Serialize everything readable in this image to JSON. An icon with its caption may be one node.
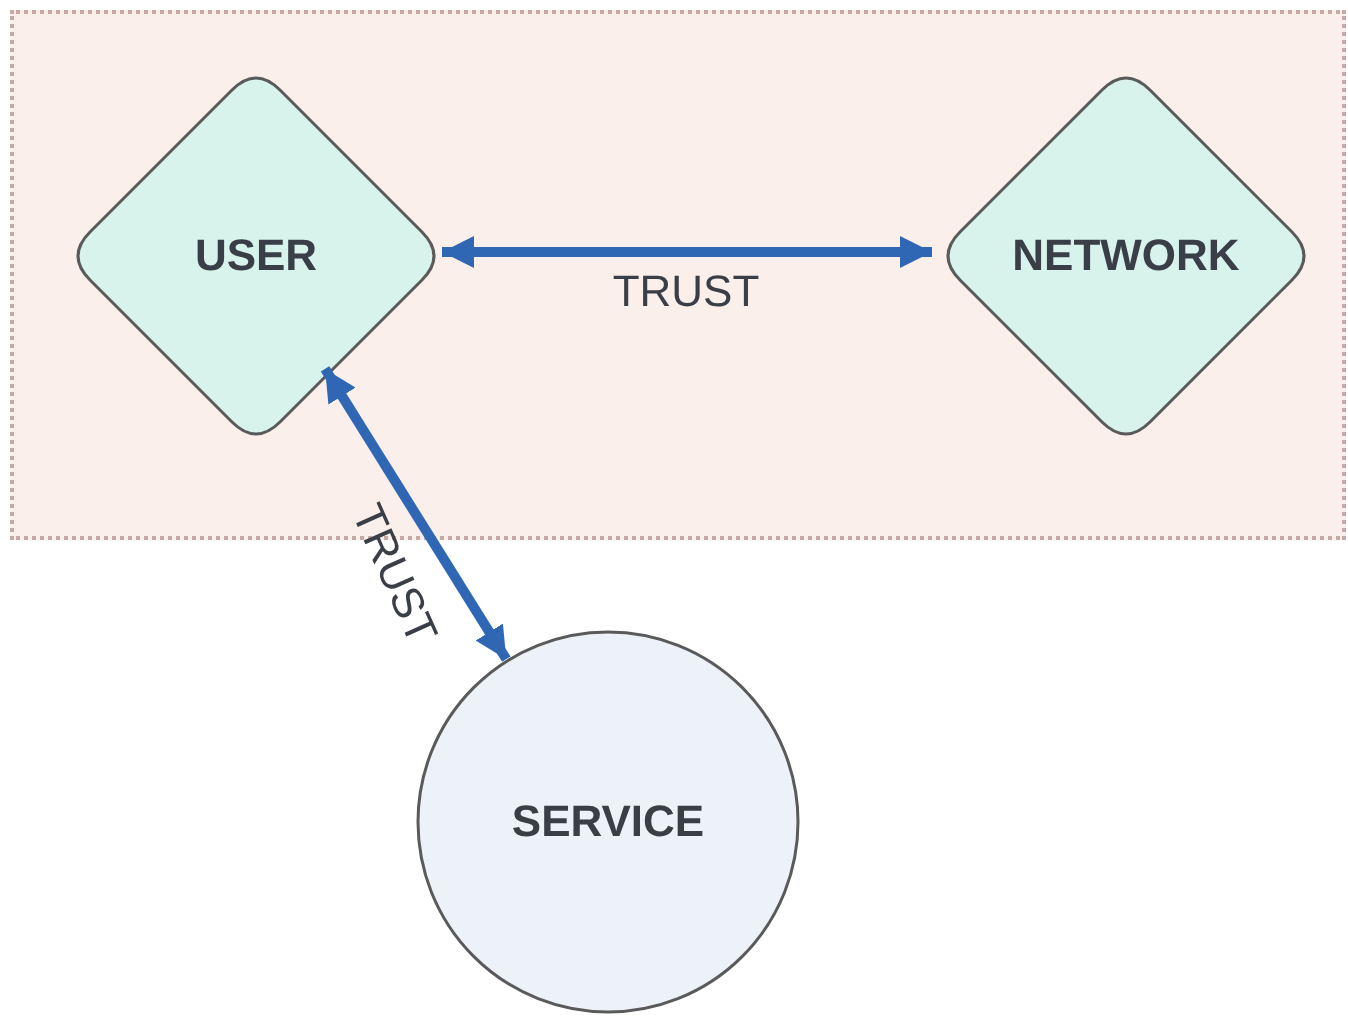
{
  "diagram": {
    "nodes": [
      {
        "text": [],
        "shape": "box"
      },
      {
        "text": [
          "USER"
        ],
        "in": 0
      },
      {
        "text": [
          "NETWORK"
        ],
        "in": 0
      },
      {
        "text": [
          "SERVICE"
        ]
      }
    ],
    "edges": [
      {
        "from": 1,
        "to": 2,
        "arrow": "both",
        "label": "TRUST"
      },
      {
        "from": 1,
        "to": 3,
        "arrow": "both",
        "label": "TRUST"
      }
    ]
  }
}
